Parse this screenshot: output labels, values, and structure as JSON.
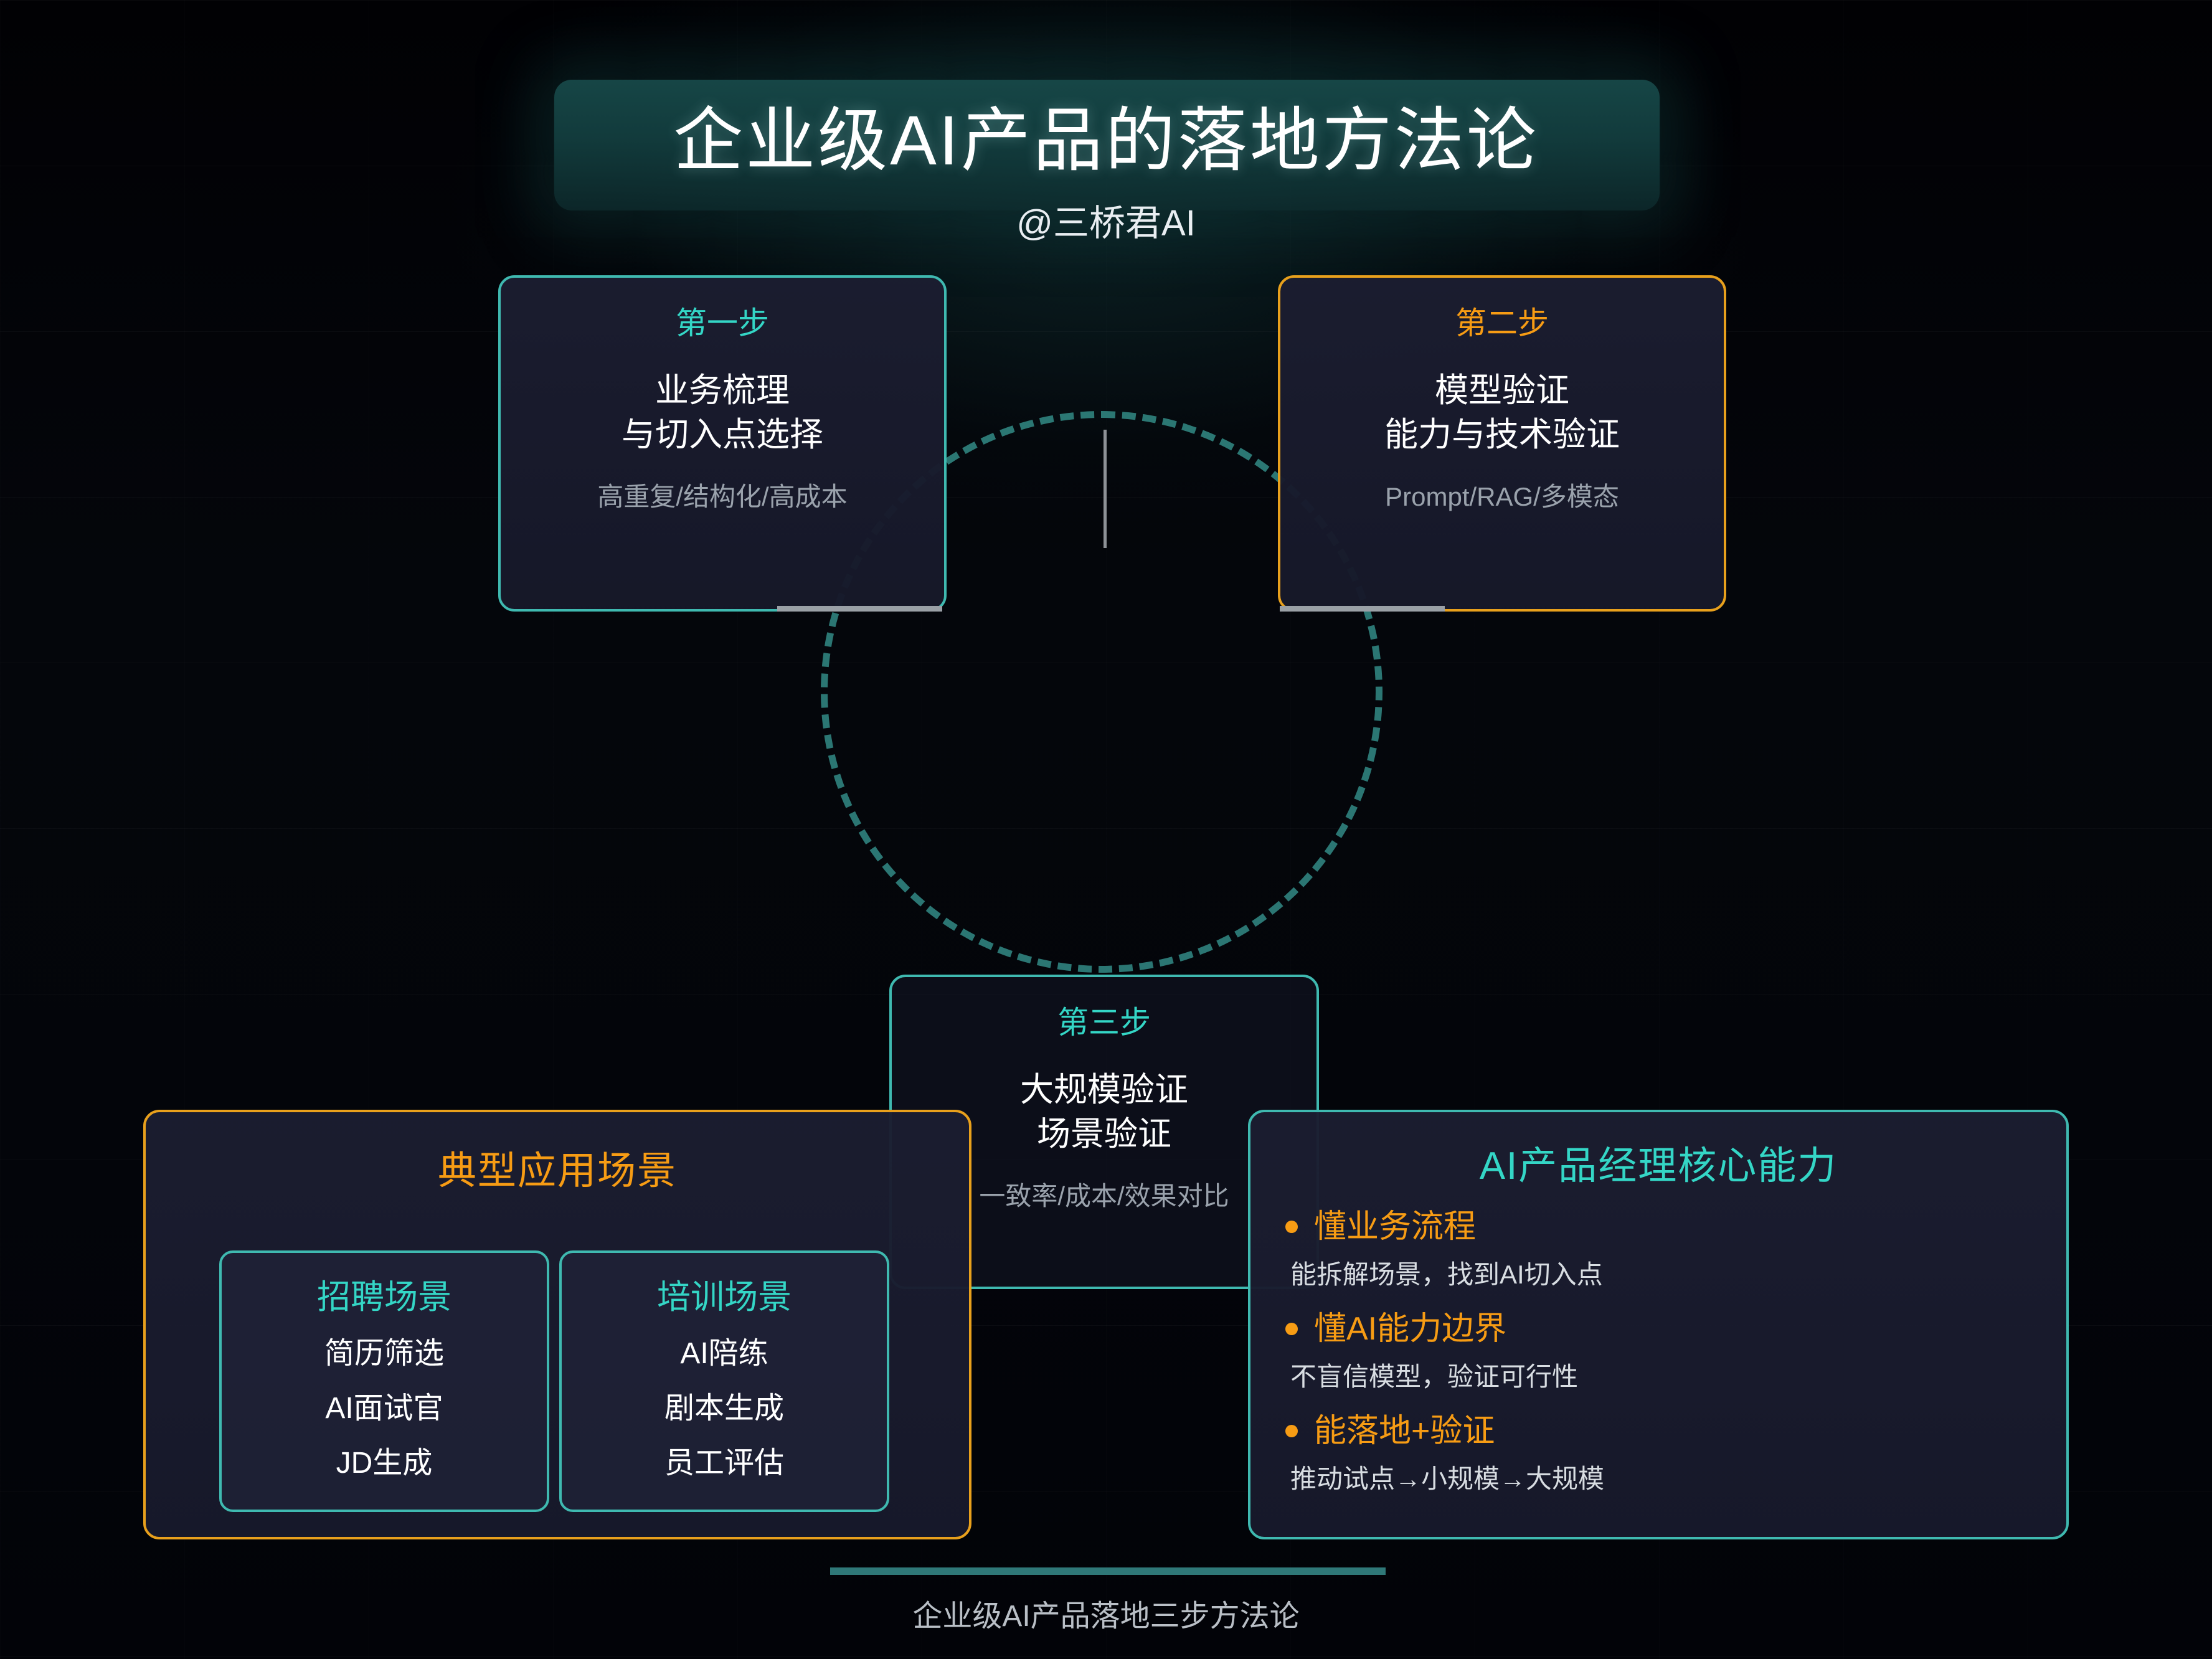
{
  "header": {
    "title": "企业级AI产品的落地方法论",
    "subtitle": "@三桥君AI"
  },
  "colors": {
    "teal": "#34d6c6",
    "teal_border": "#3fb9b0",
    "orange": "#f79c14",
    "orange_border": "#e8a01c",
    "card_bg": "#1b1d30",
    "page_bg": "#020308",
    "muted_text": "#9aa2ac",
    "footer_rule": "#2f7878"
  },
  "steps": [
    {
      "label": "第一步",
      "main_line1": "业务梳理",
      "main_line2": "与切入点选择",
      "sub": "高重复/结构化/高成本",
      "accent": "teal"
    },
    {
      "label": "第二步",
      "main_line1": "模型验证",
      "main_line2": "能力与技术验证",
      "sub": "Prompt/RAG/多模态",
      "accent": "orange"
    },
    {
      "label": "第三步",
      "main_line1": "大规模验证",
      "main_line2": "场景验证",
      "sub": "一致率/成本/效果对比",
      "accent": "teal"
    }
  ],
  "scenes_panel": {
    "title": "典型应用场景",
    "groups": [
      {
        "name": "招聘场景",
        "items": [
          "简历筛选",
          "AI面试官",
          "JD生成"
        ]
      },
      {
        "name": "培训场景",
        "items": [
          "AI陪练",
          "剧本生成",
          "员工评估"
        ]
      }
    ]
  },
  "skills_panel": {
    "title": "AI产品经理核心能力",
    "skills": [
      {
        "head": "懂业务流程",
        "desc": "能拆解场景，找到AI切入点"
      },
      {
        "head": "懂AI能力边界",
        "desc": "不盲信模型，验证可行性"
      },
      {
        "head": "能落地+验证",
        "desc": "推动试点→小规模→大规模"
      }
    ]
  },
  "footer": {
    "caption": "企业级AI产品落地三步方法论"
  }
}
